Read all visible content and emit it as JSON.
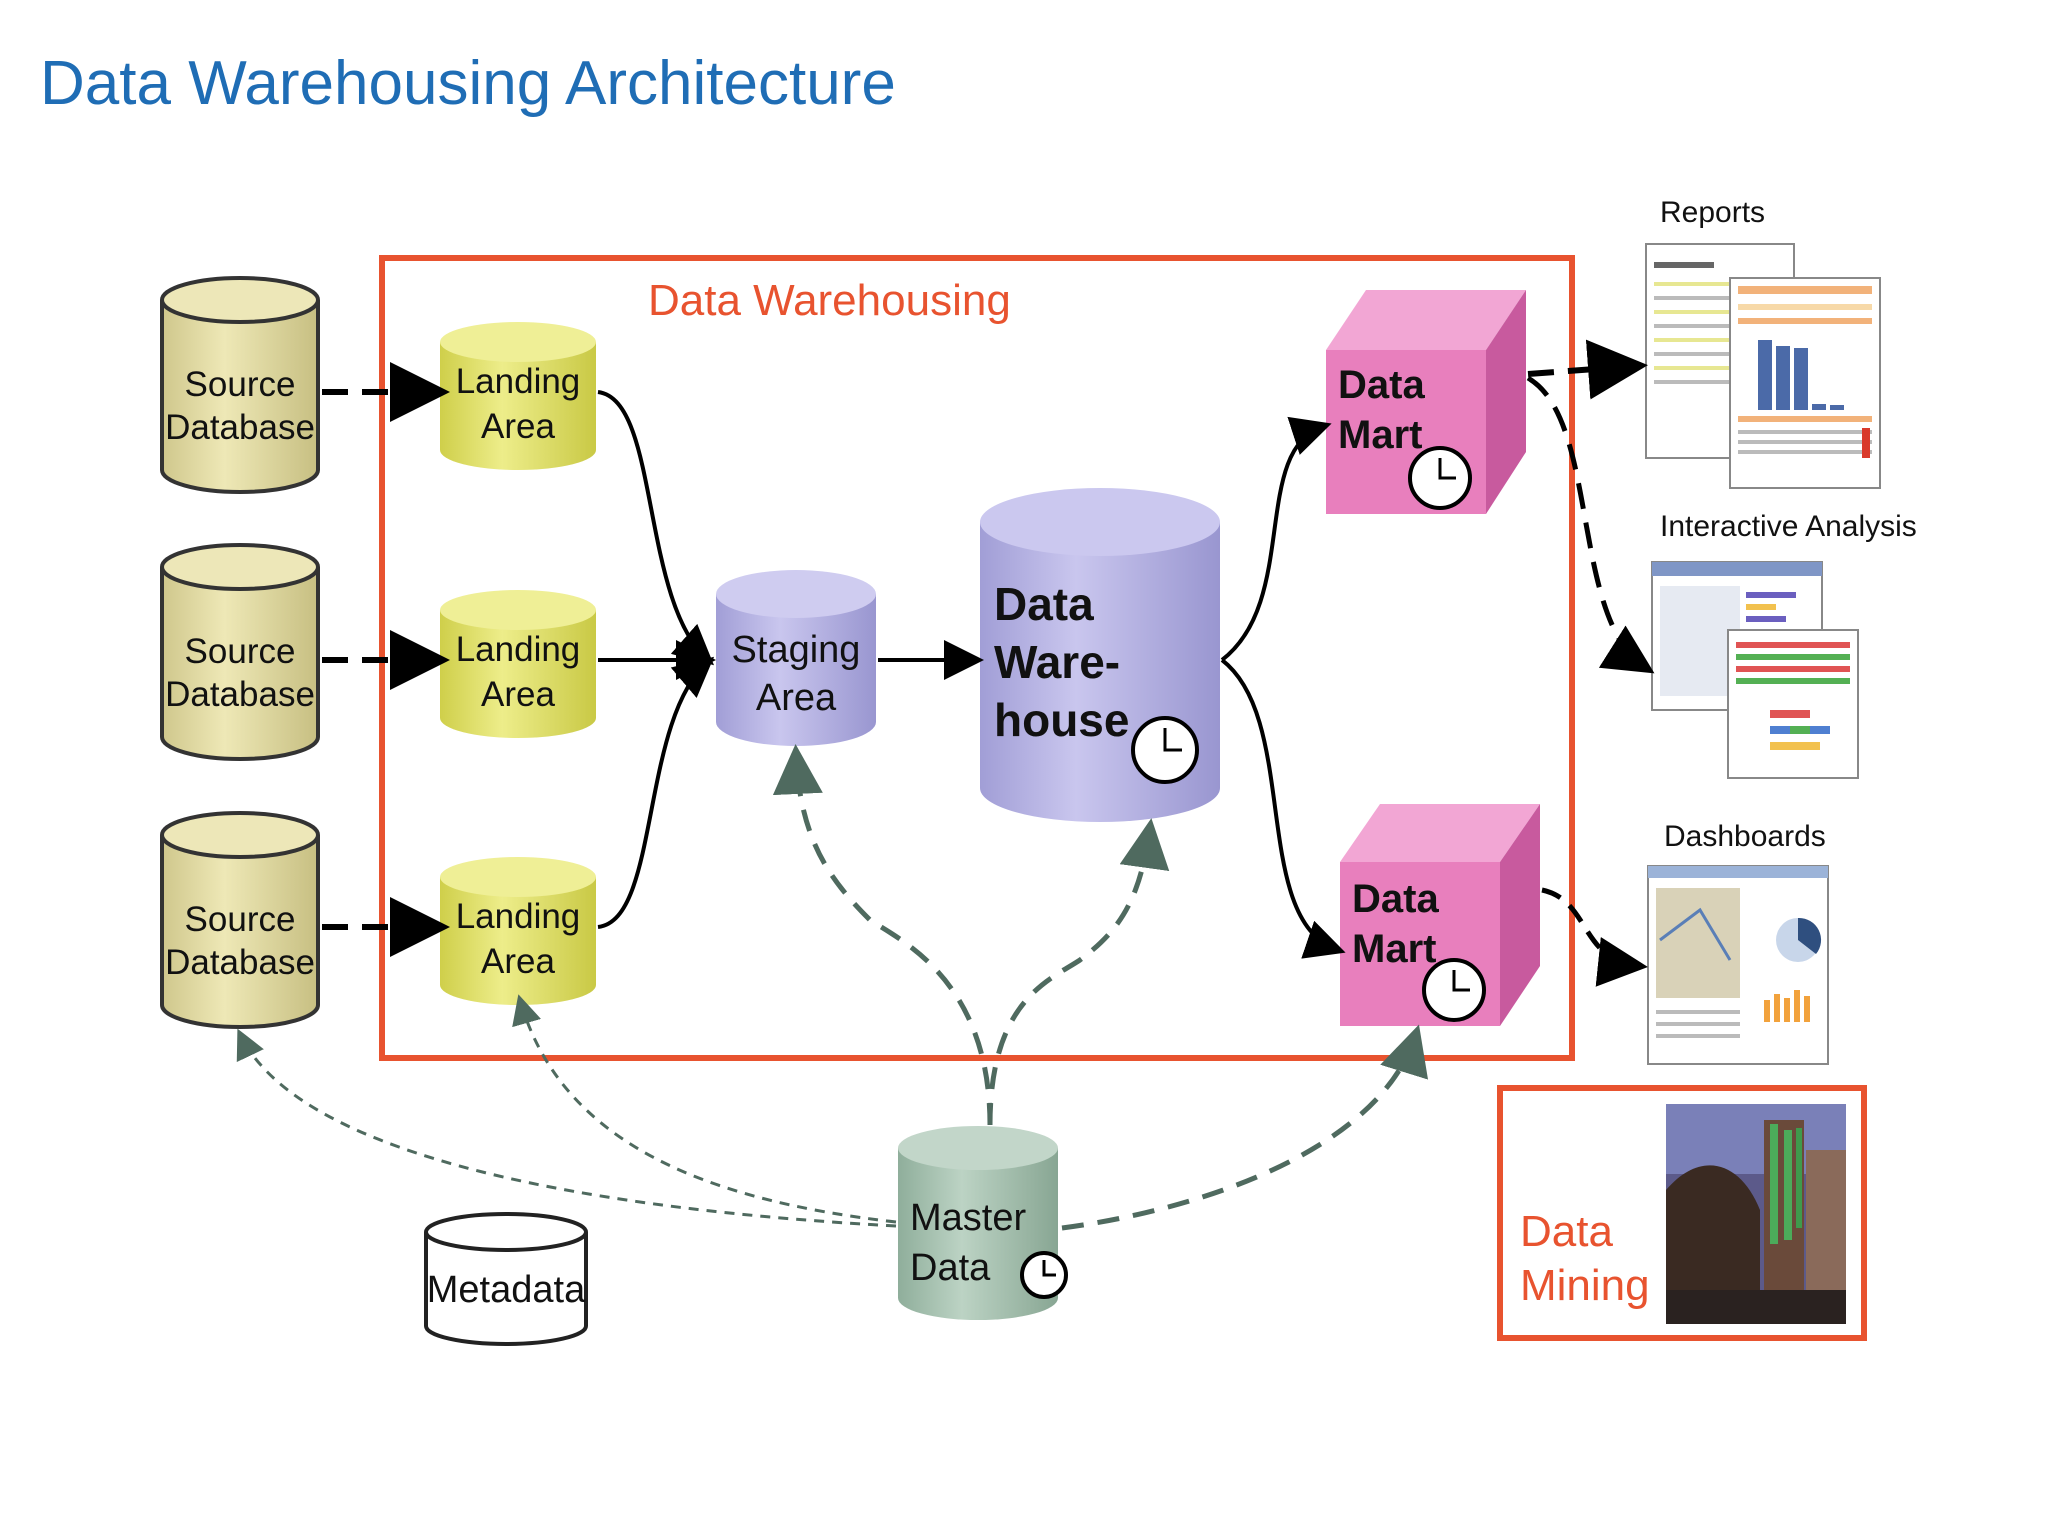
{
  "title": "Data Warehousing Architecture",
  "diagram": {
    "warehouse_region_label": "Data Warehousing",
    "source_databases": [
      {
        "line1": "Source",
        "line2": "Database"
      },
      {
        "line1": "Source",
        "line2": "Database"
      },
      {
        "line1": "Source",
        "line2": "Database"
      }
    ],
    "landing_areas": [
      {
        "line1": "Landing",
        "line2": "Area"
      },
      {
        "line1": "Landing",
        "line2": "Area"
      },
      {
        "line1": "Landing",
        "line2": "Area"
      }
    ],
    "staging": {
      "line1": "Staging",
      "line2": "Area"
    },
    "warehouse": {
      "line1": "Data",
      "line2": "Ware-",
      "line3": "house"
    },
    "data_marts": [
      {
        "line1": "Data",
        "line2": "Mart"
      },
      {
        "line1": "Data",
        "line2": "Mart"
      }
    ],
    "master_data": {
      "line1": "Master",
      "line2": "Data"
    },
    "metadata": "Metadata",
    "outputs": {
      "reports": "Reports",
      "interactive_analysis": "Interactive Analysis",
      "dashboards": "Dashboards"
    },
    "data_mining": {
      "line1": "Data",
      "line2": "Mining"
    },
    "colors": {
      "title": "#1f6db5",
      "accent_red": "#e8532f",
      "source_db": "#e6dfa6",
      "landing": "#e3e36a",
      "staging": "#b9b6e3",
      "warehouse": "#b3b0df",
      "mart": "#e87fbd",
      "master": "#a7c2b1"
    }
  }
}
